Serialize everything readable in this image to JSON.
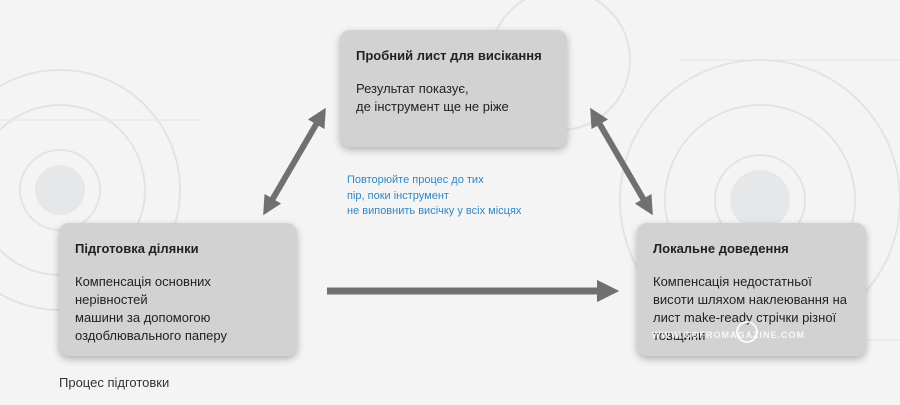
{
  "diagram": {
    "top_box": {
      "title": "Пробний лист для висікання",
      "body": "Результат показує,\nде інструмент ще не ріже"
    },
    "left_box": {
      "title": "Підготовка ділянки",
      "body": "Компенсація основних нерівностей\nмашини за допомогою\nоздоблювального паперу"
    },
    "right_box": {
      "title": "Локальне доведення",
      "body": "Компенсація недостатньої\nвисоти шляхом наклеювання на\nлист make-ready стрічки різної\nтовщини"
    },
    "note": "Повторюйте процес до тих\nпір, поки інструмент\nне виповнить висічку у всіх місцях",
    "caption": "Процес підготовки",
    "watermark": "WWW.GOFROMAGAZINE.COM",
    "colors": {
      "box": "#d2d2d2",
      "arrow": "#707070",
      "note": "#2f86c6",
      "background": "#f4f4f5"
    }
  }
}
